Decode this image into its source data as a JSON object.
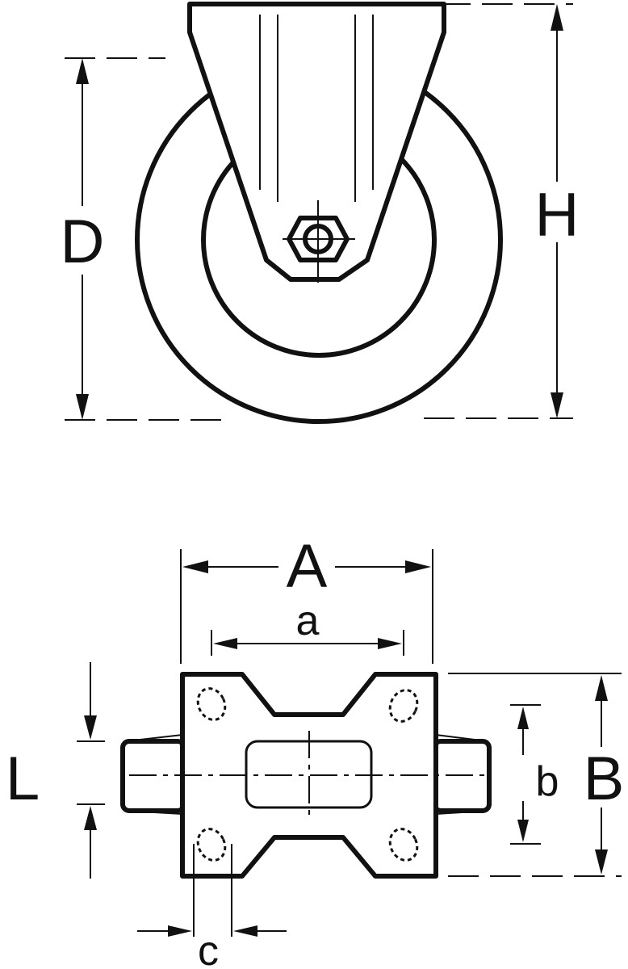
{
  "labels": {
    "H": "H",
    "D": "D",
    "A": "A",
    "a": "a",
    "B": "B",
    "b": "b",
    "L": "L",
    "c": "c"
  }
}
